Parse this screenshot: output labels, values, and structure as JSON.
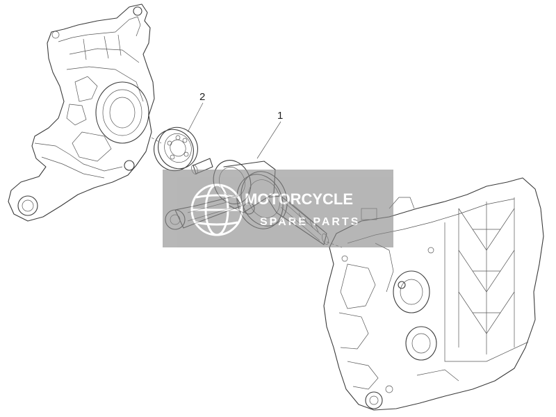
{
  "callouts": {
    "part_1": "1",
    "part_2": "2"
  },
  "watermark": {
    "line1": "MOTORCYCLE",
    "line2": "SPARE PARTS",
    "box_color": "#8a8a8a",
    "text_color": "#ffffff",
    "accent_color": "#e8a0a0"
  }
}
